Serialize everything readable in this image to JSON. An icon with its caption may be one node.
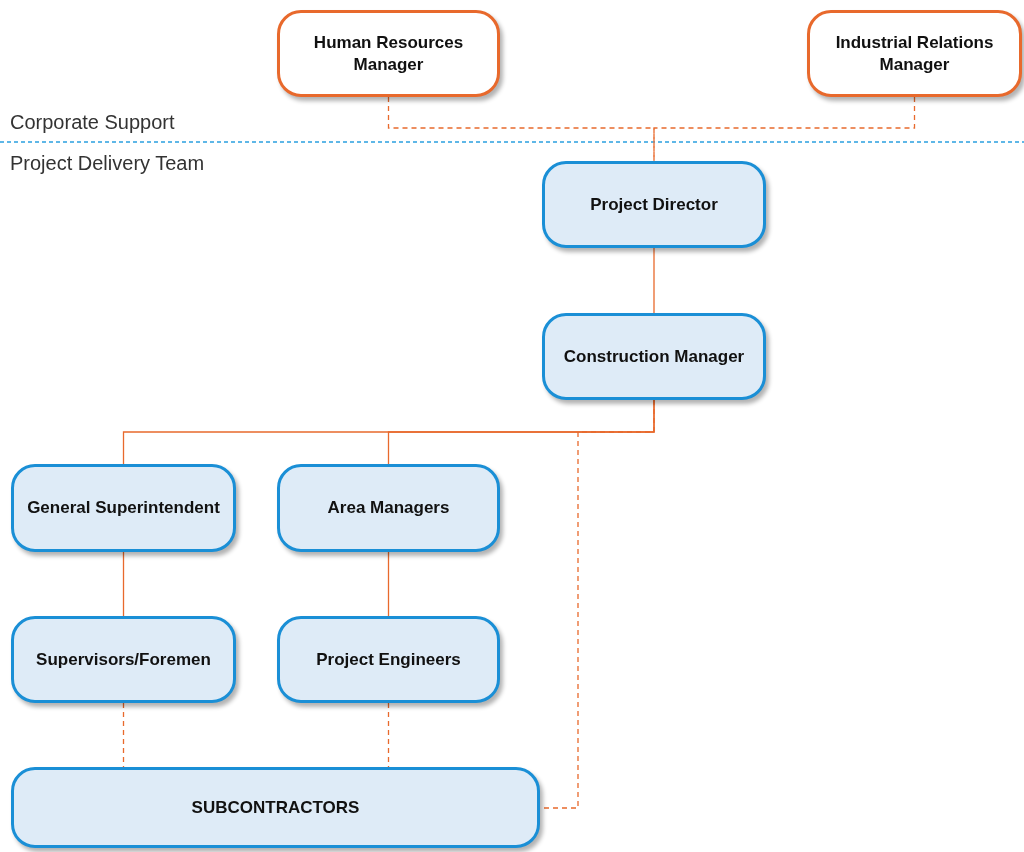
{
  "diagram": {
    "nodes": [
      {
        "text": [
          "Human Resources Manager"
        ]
      },
      {
        "text": [
          "Industrial Relations Manager"
        ]
      },
      {
        "text": [
          "Project Director"
        ]
      },
      {
        "text": [
          "Construction Manager"
        ]
      },
      {
        "text": [
          "General Superintendent"
        ]
      },
      {
        "text": [
          "Area Managers"
        ]
      },
      {
        "text": [
          "Supervisors/Foremen"
        ]
      },
      {
        "text": [
          "Project Engineers"
        ]
      },
      {
        "text": [
          "SUBCONTRACTORS"
        ]
      }
    ],
    "edges": [
      {
        "from": 0,
        "to": 2,
        "arrow": "none",
        "style": "dashed"
      },
      {
        "from": 1,
        "to": 2,
        "arrow": "none",
        "style": "dashed"
      },
      {
        "from": 2,
        "to": 3,
        "arrow": "none"
      },
      {
        "from": 3,
        "to": 4,
        "arrow": "none"
      },
      {
        "from": 3,
        "to": 5,
        "arrow": "none"
      },
      {
        "from": 3,
        "to": 8,
        "arrow": "none",
        "style": "dashed"
      },
      {
        "from": 4,
        "to": 6,
        "arrow": "none"
      },
      {
        "from": 5,
        "to": 7,
        "arrow": "none"
      },
      {
        "from": 6,
        "to": 8,
        "arrow": "none",
        "style": "dashed"
      },
      {
        "from": 7,
        "to": 8,
        "arrow": "none",
        "style": "dashed"
      }
    ],
    "labels": [
      "Corporate Support",
      "Project Delivery Team"
    ]
  }
}
